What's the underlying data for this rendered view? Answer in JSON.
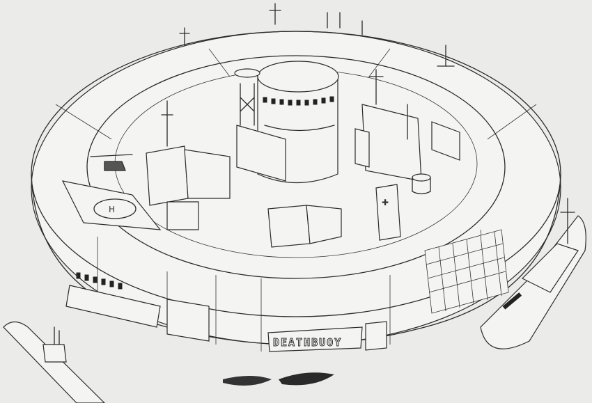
{
  "image": {
    "description": "Black-and-white ink drawing of a ring-shaped floating sea fortress ('Deathbuoy') with central tower, radar masts, helipad, docked warship, submarine and small boats",
    "style": "pen line art on light grey paper",
    "background_color": "#ebebea",
    "ink_color": "#2a2a2a"
  },
  "labels": {
    "hull_name": "DEATHBUOY"
  },
  "elements": {
    "ring_hull": "outer circular fortress ring",
    "central_tower": "cylindrical command tower with radar dishes",
    "helipad": "helipad with H marking on left of ring",
    "helicopter": "attack helicopter on left deck",
    "warship": "docked warship at right",
    "submarine": "submarine at lower left",
    "small_boats": "patrol boats at front",
    "medical_tower": "tower with cross markings"
  }
}
